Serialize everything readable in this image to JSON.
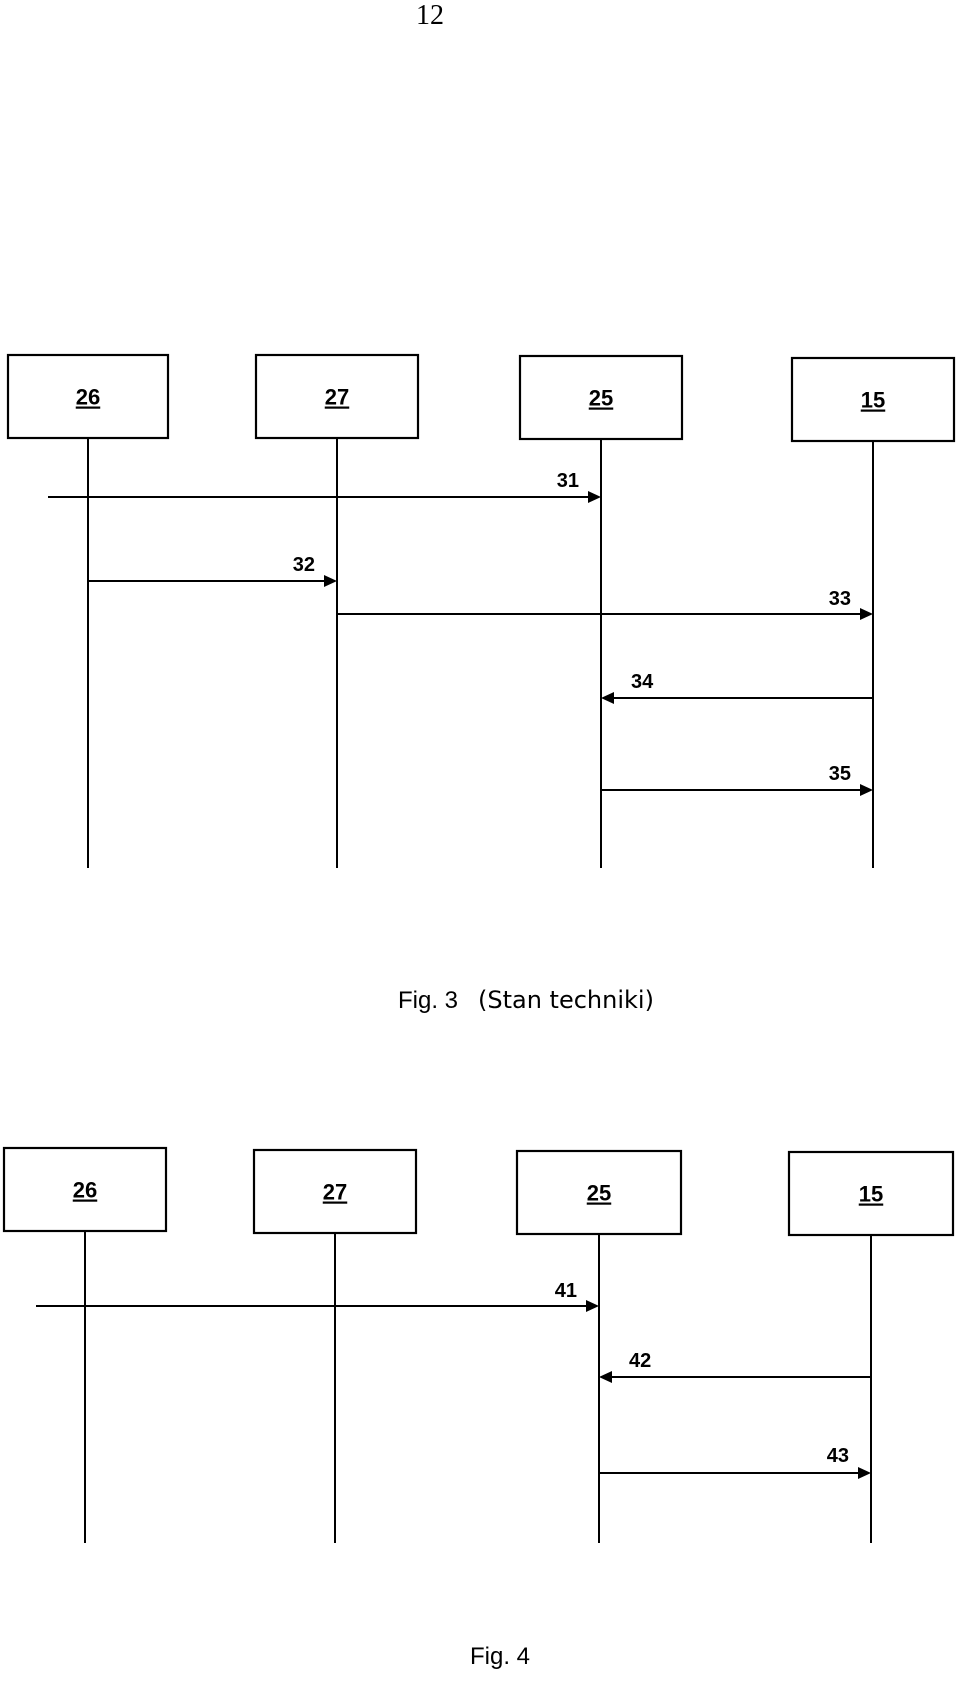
{
  "page_number": "12",
  "figures": [
    {
      "caption_fig": "Fig. 3",
      "caption_note": "(Stan techniki)",
      "entities": [
        "26",
        "27",
        "25",
        "15"
      ],
      "messages": [
        {
          "label": "31",
          "from": "external",
          "to": "25"
        },
        {
          "label": "32",
          "from": "26",
          "to": "27"
        },
        {
          "label": "33",
          "from": "27",
          "to": "15"
        },
        {
          "label": "34",
          "from": "15",
          "to": "25"
        },
        {
          "label": "35",
          "from": "25",
          "to": "15"
        }
      ]
    },
    {
      "caption_fig": "Fig. 4",
      "caption_note": "",
      "entities": [
        "26",
        "27",
        "25",
        "15"
      ],
      "messages": [
        {
          "label": "41",
          "from": "external",
          "to": "25"
        },
        {
          "label": "42",
          "from": "15",
          "to": "25"
        },
        {
          "label": "43",
          "from": "25",
          "to": "15"
        }
      ]
    }
  ]
}
